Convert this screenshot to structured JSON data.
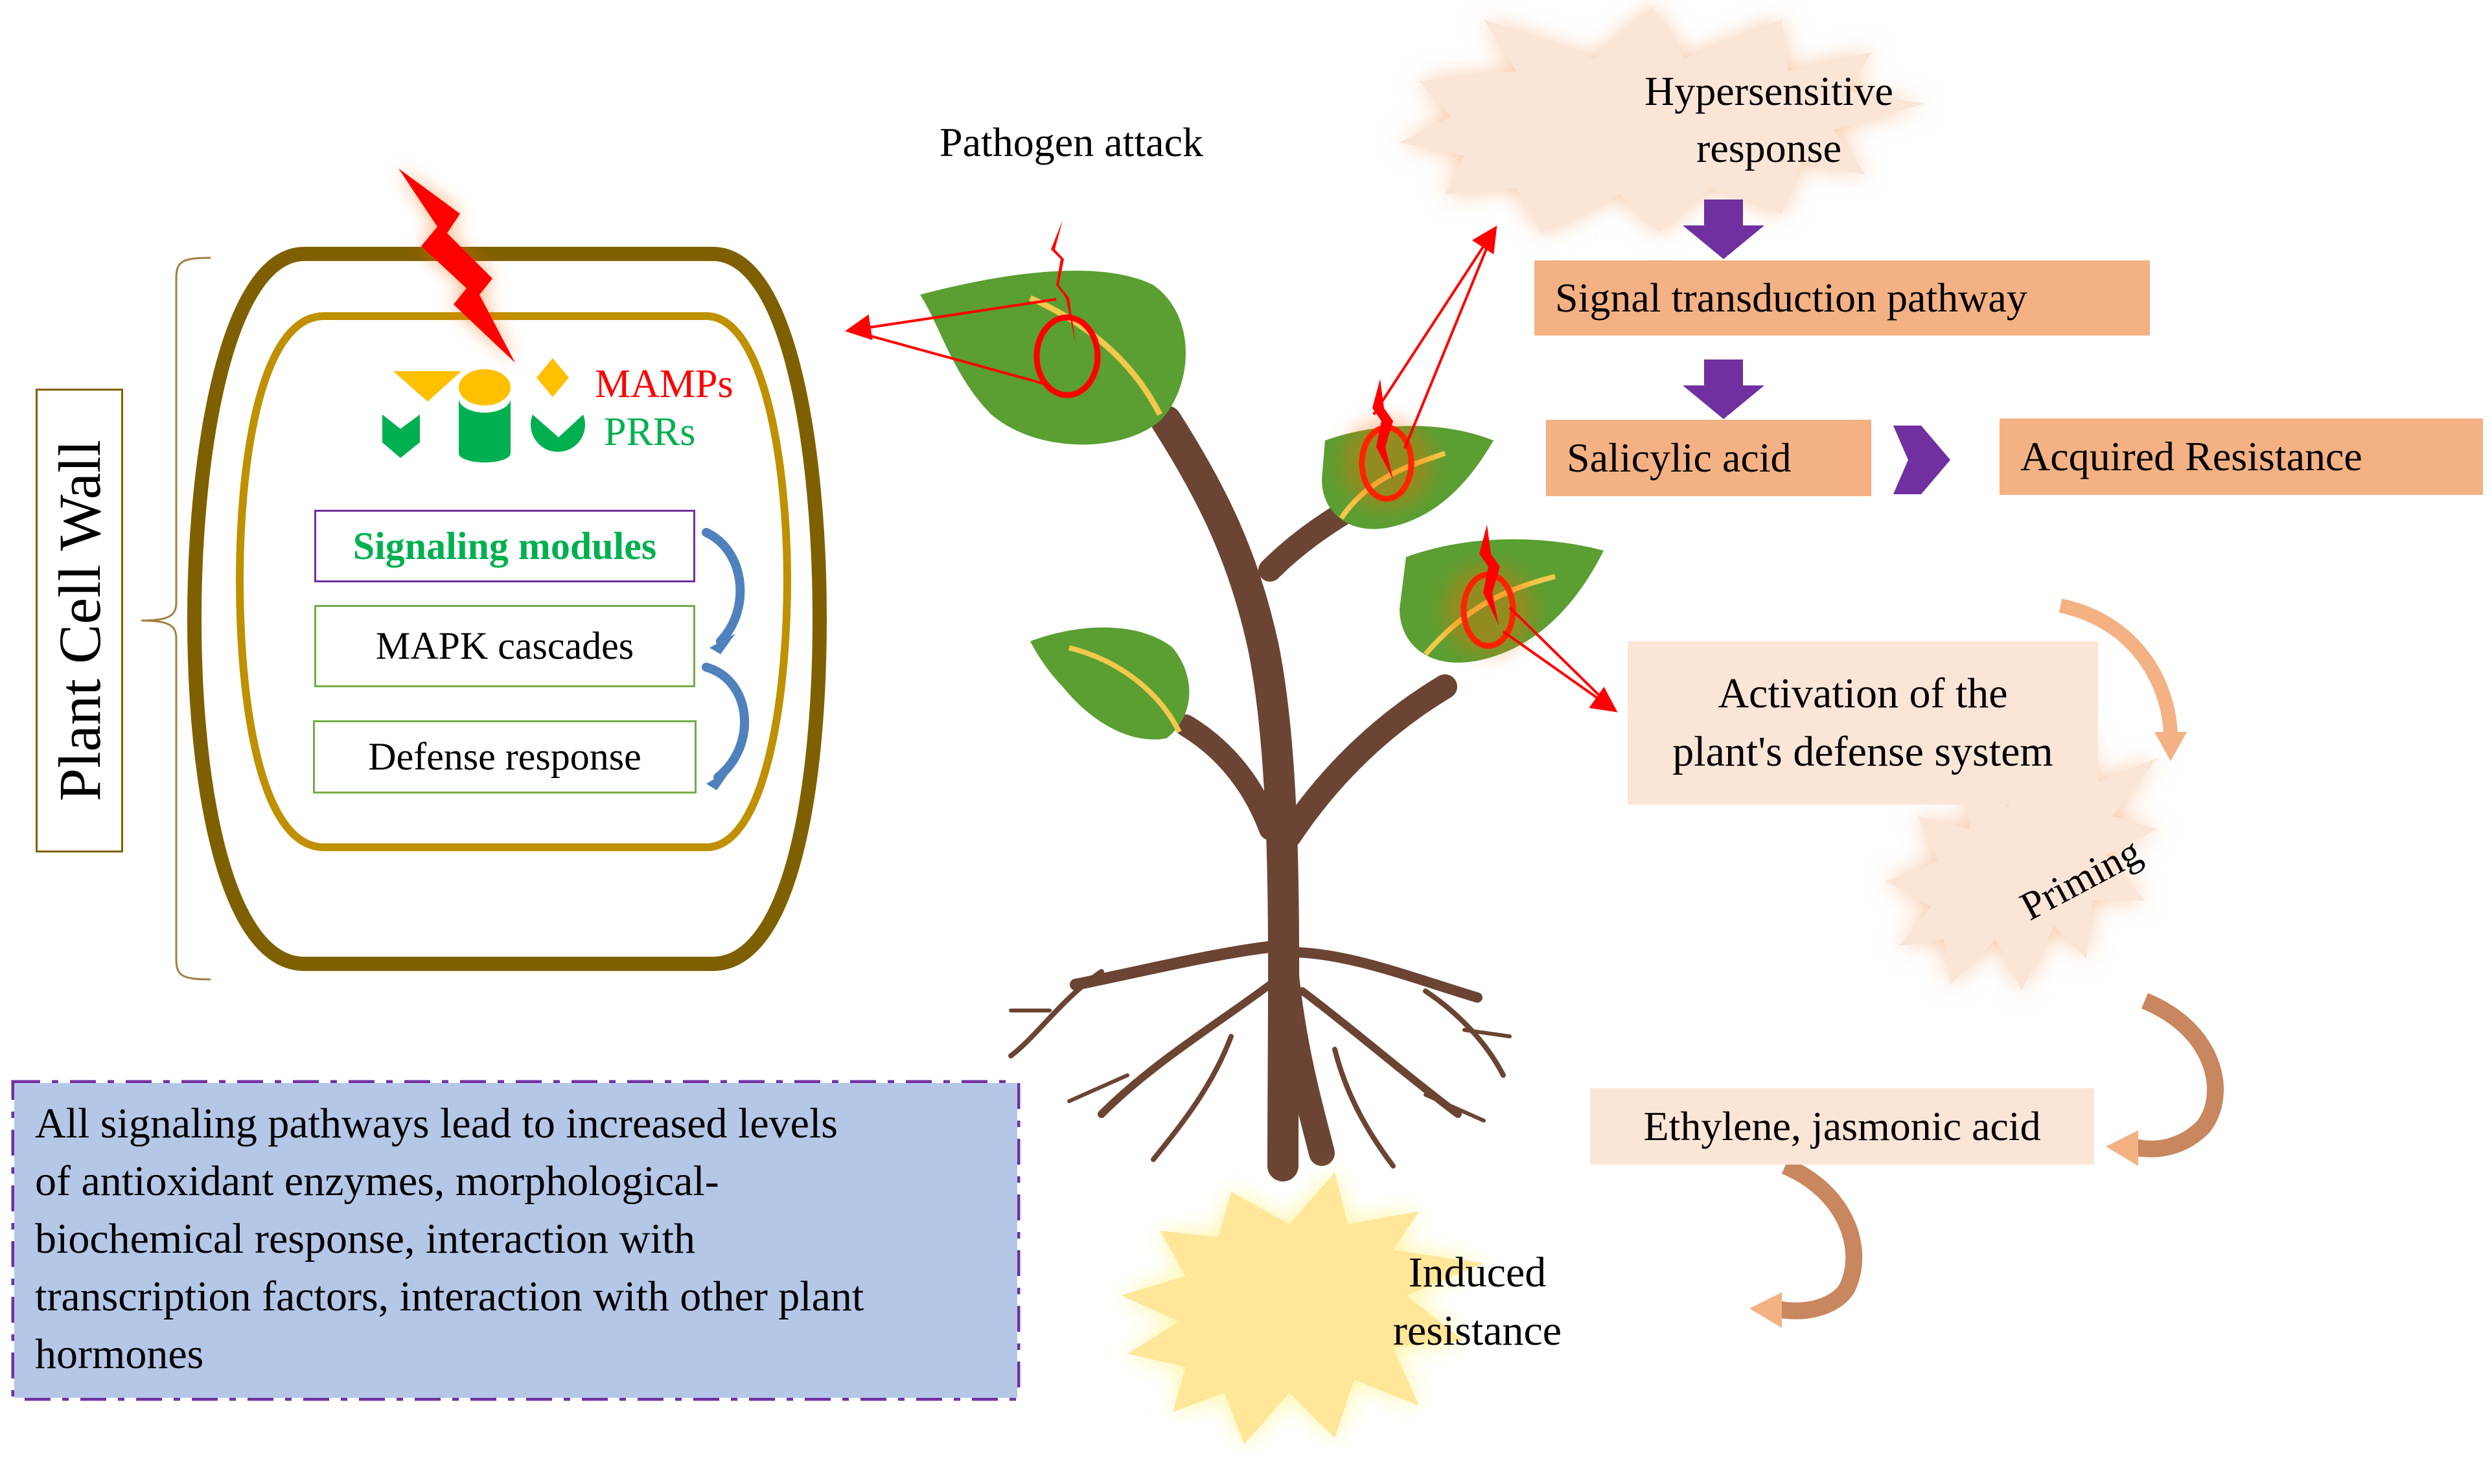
{
  "diagram": {
    "title_pathogen": "Pathogen attack",
    "cell": {
      "side_label": "Plant Cell Wall",
      "mamps_label": "MAMPs",
      "prrs_label": "PRRs",
      "steps": [
        {
          "label": "Signaling modules"
        },
        {
          "label": "MAPK cascades"
        },
        {
          "label": "Defense response"
        }
      ]
    },
    "right_flow": {
      "hypersensitive_line1": "Hypersensitive",
      "hypersensitive_line2": "response",
      "signal_transduction": "Signal transduction pathway",
      "salicylic_acid": "Salicylic acid",
      "acquired_resistance": "Acquired Resistance",
      "activation_line1": "Activation of the",
      "activation_line2": "plant's defense system",
      "priming": "Priming",
      "ethylene": "Ethylene, jasmonic acid",
      "induced_line1": "Induced",
      "induced_line2": "resistance"
    },
    "note": {
      "lines": [
        "All signaling pathways lead to increased levels",
        "of antioxidant enzymes, morphological-",
        "biochemical response, interaction with",
        "transcription factors, interaction with other plant",
        "hormones"
      ]
    },
    "colors": {
      "cell_wall": "#7f6000",
      "membrane": "#bf9000",
      "mamps": "#ff0000",
      "prrs": "#00b050",
      "ligand": "#ffc000",
      "signaling_border": "#7030a0",
      "step_border": "#70ad47",
      "flow_arrow": "#7030a0",
      "orange_box": "#f4b183",
      "peach_box": "#fbe5d6",
      "note_fill": "#b4c7e7",
      "leaf": "#5b9e32",
      "stem": "#6b4433"
    }
  }
}
